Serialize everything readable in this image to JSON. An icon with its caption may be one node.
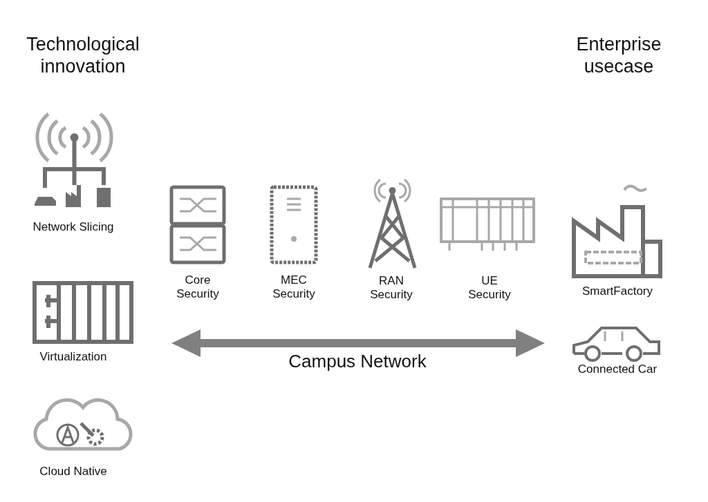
{
  "diagram": {
    "labels": [
      "Technological innovation",
      "Enterprise usecase",
      "Network Slicing",
      "Core Security",
      "MEC Security",
      "RAN Security",
      "UE Security",
      "SmartFactory",
      "Virtualization",
      "Connected Car",
      "Campus Network",
      "Cloud Native"
    ]
  }
}
